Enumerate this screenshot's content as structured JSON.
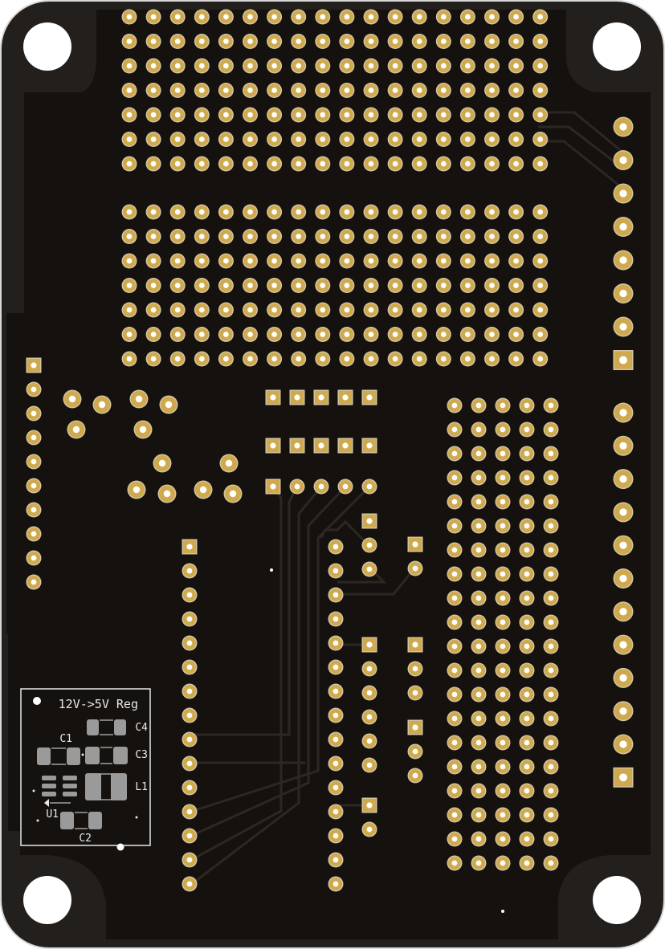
{
  "board": {
    "colors": {
      "board": "#231f1c",
      "copper_pour": "#15110e",
      "trace": "#2c2723",
      "pad_gold": "#cfa94d",
      "pad_gold_light": "#e6c467",
      "pad_ring": "#d4c4a0",
      "pad_hole": "#ffffff",
      "silkscreen": "#e8e8e8",
      "smd_pad": "#9a9a9a"
    },
    "mounting_holes": 4,
    "silkscreen": {
      "title": "12V->5V Reg",
      "labels": {
        "c1": "C1",
        "c2": "C2",
        "c3": "C3",
        "c4": "C4",
        "l1": "L1",
        "u1": "U1"
      }
    },
    "headers": [
      {
        "name": "right-header-top",
        "pins": 8,
        "square_pin": "bottom"
      },
      {
        "name": "right-header-bottom",
        "pins": 12,
        "square_pin": "bottom"
      },
      {
        "name": "left-header",
        "pins": 10,
        "square_pin": "top"
      },
      {
        "name": "proto-grid-top",
        "rows": 7,
        "cols": 18
      },
      {
        "name": "proto-grid-middle",
        "rows": 7,
        "cols": 18
      },
      {
        "name": "proto-grid-right",
        "rows": 20,
        "cols": 5
      },
      {
        "name": "mcu-socket-left",
        "pins": 15
      },
      {
        "name": "mcu-socket-right",
        "pins": 15
      }
    ]
  }
}
